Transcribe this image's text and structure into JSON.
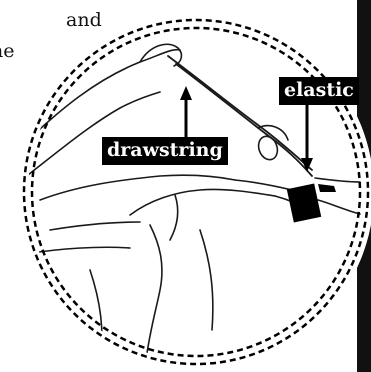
{
  "body_text": {
    "line1_fragment": "and",
    "line2_fragment": "he"
  },
  "figure": {
    "labels": {
      "drawstring": "drawstring",
      "elastic": "elastic"
    }
  }
}
